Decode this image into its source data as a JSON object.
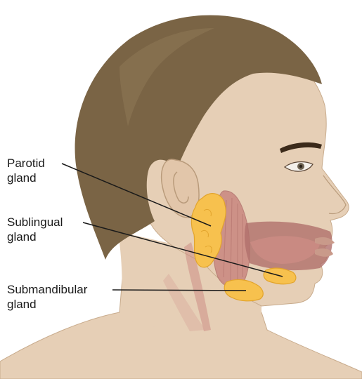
{
  "labels": {
    "parotid": {
      "line1": "Parotid",
      "line2": "gland"
    },
    "sublingual": {
      "line1": "Sublingual",
      "line2": "gland"
    },
    "submandibular": {
      "line1": "Submandibular",
      "line2": "gland"
    }
  },
  "colors": {
    "skin": "#e6cfb6",
    "skin_shadow": "#d6b99c",
    "hair": "#7a6445",
    "hair_dark": "#5d4a31",
    "gland": "#f7c14e",
    "gland_light": "#fbd27a",
    "gland_outline": "#e2a42c",
    "muscle": "#c9877f",
    "mouth_cavity": "#b06f6b",
    "tongue": "#c98a82",
    "leader_line": "#1a1a1a"
  }
}
